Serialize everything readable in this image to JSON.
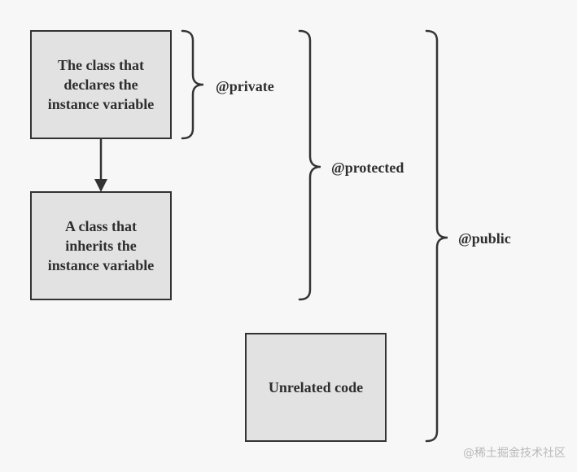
{
  "boxes": {
    "declares": "The class that\ndeclares the\ninstance variable",
    "inherits": "A class that\ninherits the\ninstance variable",
    "unrelated": "Unrelated code"
  },
  "labels": {
    "private": "@private",
    "protected": "@protected",
    "public": "@public"
  },
  "watermark": "@稀土掘金技术社区",
  "colors": {
    "background": "#f7f7f7",
    "box_fill": "#e2e2e2",
    "stroke": "#333333"
  }
}
